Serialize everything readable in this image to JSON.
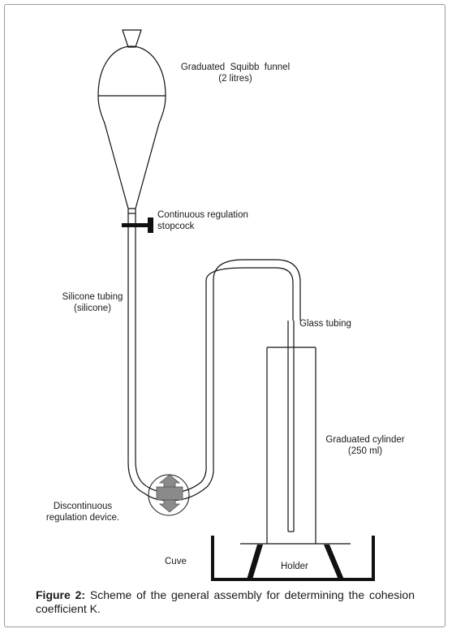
{
  "labels": {
    "funnel_line1": "Graduated  Squibb  funnel",
    "funnel_line2": "(2 litres)",
    "stopcock_line1": "Continuous regulation",
    "stopcock_line2": "stopcock",
    "silicone_line1": "Silicone tubing",
    "silicone_line2": "(silicone)",
    "glass": "Glass tubing",
    "cylinder_line1": "Graduated cylinder",
    "cylinder_line2": "(250 ml)",
    "device_line1": "Discontinuous",
    "device_line2": "regulation device.",
    "cuve": "Cuve",
    "holder": "Holder"
  },
  "caption": {
    "prefix": "Figure 2:",
    "text": " Scheme of the general assembly for determining the cohesion coefficient K."
  },
  "colors": {
    "line": "#111111",
    "device_fill": "#8a8a8a"
  }
}
